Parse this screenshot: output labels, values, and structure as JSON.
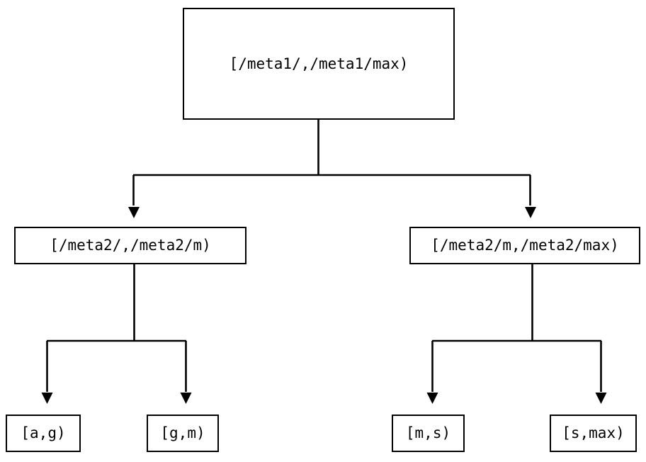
{
  "diagram": {
    "type": "tree",
    "orientation": "top-down",
    "title": "",
    "background_color": "#ffffff",
    "stroke_color": "#000000",
    "text_color": "#000000",
    "edge_style": "orthogonal-elbow",
    "arrowhead": "filled-triangle-down",
    "nodes": {
      "root": {
        "label": "[/meta1/,/meta1/max)",
        "level": 0
      },
      "mid_left": {
        "label": "[/meta2/,/meta2/m)",
        "level": 1
      },
      "mid_right": {
        "label": "[/meta2/m,/meta2/max)",
        "level": 1
      },
      "leaf_1": {
        "label": "[a,g)",
        "level": 2
      },
      "leaf_2": {
        "label": "[g,m)",
        "level": 2
      },
      "leaf_3": {
        "label": "[m,s)",
        "level": 2
      },
      "leaf_4": {
        "label": "[s,max)",
        "level": 2
      }
    },
    "edges": [
      {
        "from": "root",
        "to": "mid_left"
      },
      {
        "from": "root",
        "to": "mid_right"
      },
      {
        "from": "mid_left",
        "to": "leaf_1"
      },
      {
        "from": "mid_left",
        "to": "leaf_2"
      },
      {
        "from": "mid_right",
        "to": "leaf_3"
      },
      {
        "from": "mid_right",
        "to": "leaf_4"
      }
    ]
  }
}
